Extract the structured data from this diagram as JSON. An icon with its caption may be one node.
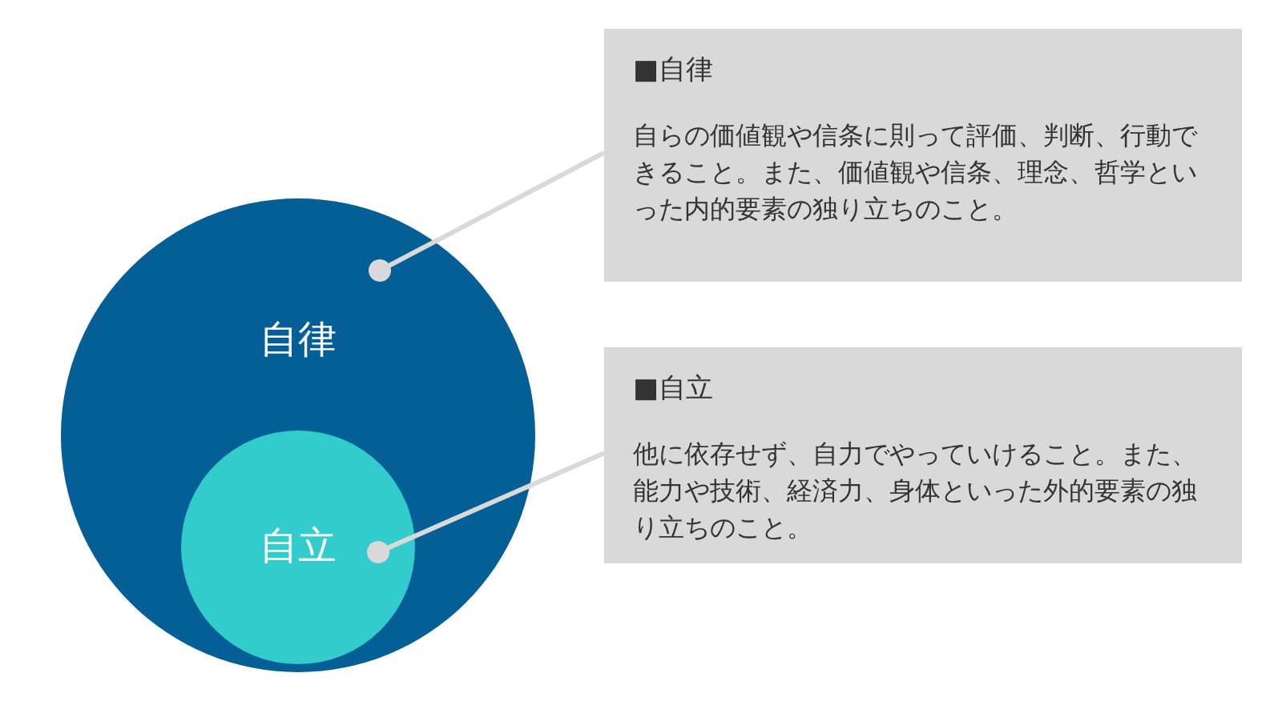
{
  "diagram": {
    "nodes": [
      {
        "text": [
          "自律"
        ]
      },
      {
        "text": [
          "自立"
        ],
        "in": 0
      },
      {
        "text": [
          "■自律",
          "自らの価値観や信条に則って評価、判断、行動できること。また、価値観や信条、理念、哲学といった内的要素の独り立ちのこと。"
        ]
      },
      {
        "text": [
          "■自立",
          "他に依存せず、自力でやっていけること。また、能力や技術、経済力、身体といった外的要素の独り立ちのこと。"
        ]
      }
    ],
    "edges": [
      {
        "from": 2,
        "to": 0,
        "arrow": "other"
      },
      {
        "from": 3,
        "to": 1,
        "arrow": "other"
      }
    ]
  }
}
